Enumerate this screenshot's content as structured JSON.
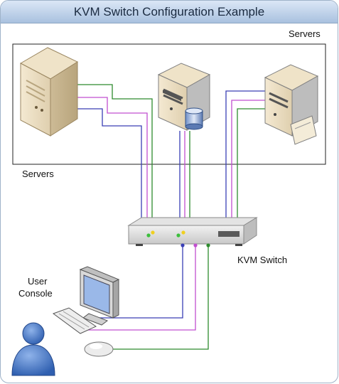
{
  "title": "KVM Switch Configuration Example",
  "labels": {
    "servers_top": "Servers",
    "servers_bottom": "Servers",
    "kvm_switch": "KVM Switch",
    "user_console_line1": "User",
    "user_console_line2": "Console"
  },
  "colors": {
    "title_bar": "#c3d4ea",
    "video_cable": "#3a3fb5",
    "keyboard_cable": "#c14fd0",
    "mouse_cable": "#2e8b2e"
  }
}
